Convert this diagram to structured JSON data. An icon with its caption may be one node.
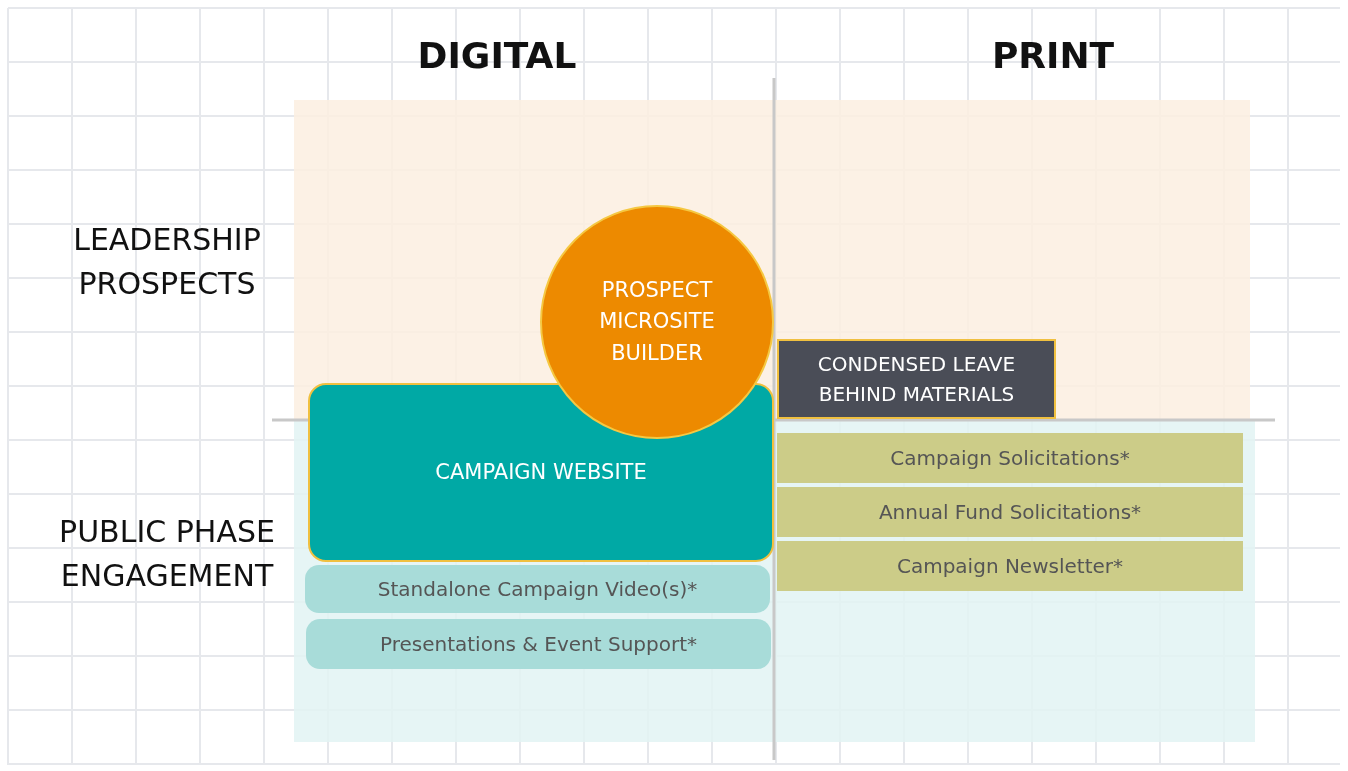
{
  "diagram": {
    "nodes": [
      {
        "text": [
          "PROSPECT MICROSITE BUILDER"
        ]
      },
      {
        "text": [
          "CAMPAIGN WEBSITE"
        ]
      },
      {
        "text": [
          "CONDENSED LEAVE BEHIND MATERIALS"
        ]
      },
      {
        "text": [
          "Campaign Solicitations*"
        ]
      },
      {
        "text": [
          "Annual Fund Solicitations*"
        ]
      },
      {
        "text": [
          "Campaign Newsletter*"
        ]
      },
      {
        "text": [
          "Standalone Campaign Video(s)*"
        ]
      },
      {
        "text": [
          "Presentations & Event Support*"
        ]
      }
    ],
    "labels": [
      "DIGITAL",
      "PRINT",
      "LEADERSHIP PROSPECTS",
      "PUBLIC PHASE ENGAGEMENT"
    ]
  }
}
